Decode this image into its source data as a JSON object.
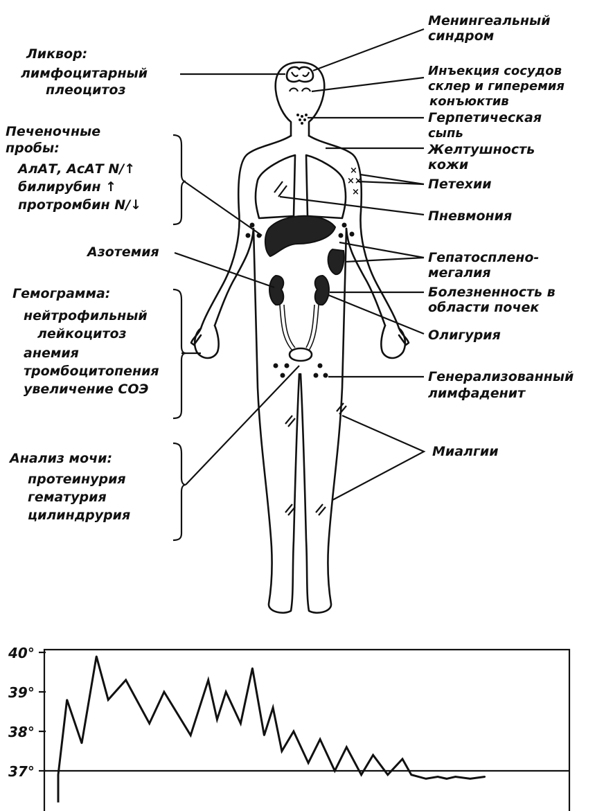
{
  "labels": {
    "meningeal": [
      "Менингеальный",
      "синдром"
    ],
    "liquor": [
      "Ликвор:",
      "лимфоцитарный",
      "плеоцитоз"
    ],
    "injection": [
      "Инъекция сосудов",
      "склер и гиперемия",
      "конъюктив"
    ],
    "herpetic": [
      "Герпетическая",
      "сыпь"
    ],
    "liver_tests": [
      "Печеночные",
      "пробы:",
      "АлАТ, АсАТ N/↑",
      "билирубин ↑",
      "протромбин N/↓"
    ],
    "jaundice": [
      "Желтушность",
      "кожи"
    ],
    "petechiae": [
      "Петехии"
    ],
    "pneumonia": [
      "Пневмония"
    ],
    "azotemia": [
      "Азотемия"
    ],
    "hepatosplenomegaly": [
      "Гепатосплено-",
      "мегалия"
    ],
    "hemogram": [
      "Гемограмма:",
      "нейтрофильный",
      "лейкоцитоз",
      "анемия",
      "тромбоцитопения",
      "увеличение СОЭ"
    ],
    "kidney_pain": [
      "Болезненность в",
      "области почек"
    ],
    "oliguria": [
      "Олигурия"
    ],
    "lymphadenitis": [
      "Генерализованный",
      "лимфаденит"
    ],
    "urine": [
      "Анализ мочи:",
      "протеинурия",
      "гематурия",
      "цилиндрурия"
    ],
    "myalgia": [
      "Миалгии"
    ]
  },
  "chart_data": {
    "type": "line",
    "ylim": [
      36,
      40
    ],
    "y_ticks": [
      "40°",
      "39°",
      "38°",
      "37°"
    ],
    "reference_line": 37,
    "series": [
      {
        "x": [
          0,
          3,
          8,
          13,
          17,
          23,
          31,
          36,
          45,
          51,
          54,
          57,
          62,
          66,
          70,
          73,
          76,
          80,
          85,
          89,
          94,
          98,
          103,
          107,
          112,
          117,
          120,
          125,
          129,
          132,
          135,
          140,
          145
        ],
        "values": [
          36.9,
          38.8,
          37.7,
          39.9,
          38.8,
          39.3,
          38.2,
          39.0,
          37.9,
          39.3,
          38.3,
          39.0,
          38.2,
          39.6,
          37.9,
          38.6,
          37.5,
          38.0,
          37.2,
          37.8,
          37.0,
          37.6,
          36.9,
          37.4,
          36.9,
          37.3,
          36.9,
          36.8,
          36.85,
          36.8,
          36.85,
          36.8,
          36.85
        ]
      }
    ]
  }
}
